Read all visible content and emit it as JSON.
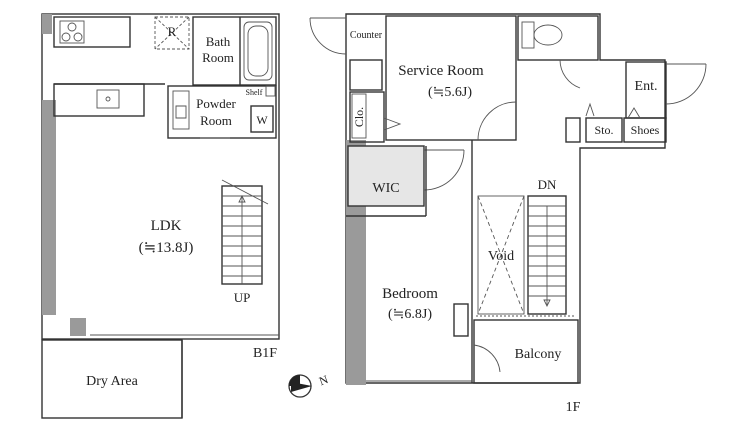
{
  "floors": {
    "b1f": {
      "label": "B1F",
      "rooms": {
        "ldk": {
          "name": "LDK",
          "area": "(≒13.8J)"
        },
        "bath": {
          "line1": "Bath",
          "line2": "Room"
        },
        "powder": {
          "line1": "Powder",
          "line2": "Room"
        },
        "shelf": "Shelf",
        "washer": "W",
        "refrigerator": "R",
        "stairs_up": "UP",
        "dry_area": "Dry Area"
      }
    },
    "f1": {
      "label": "1F",
      "rooms": {
        "counter": "Counter",
        "service": {
          "name": "Service Room",
          "area": "(≒5.6J)"
        },
        "closet": "Clo.",
        "wic": "WIC",
        "entrance": "Ent.",
        "storage": "Sto.",
        "shoes": "Shoes",
        "stairs_down": "DN",
        "void": "Void",
        "bedroom": {
          "name": "Bedroom",
          "area": "(≒6.8J)"
        },
        "balcony": "Balcony"
      }
    }
  },
  "compass": {
    "label": "N",
    "icon": "north-arrow-icon"
  }
}
